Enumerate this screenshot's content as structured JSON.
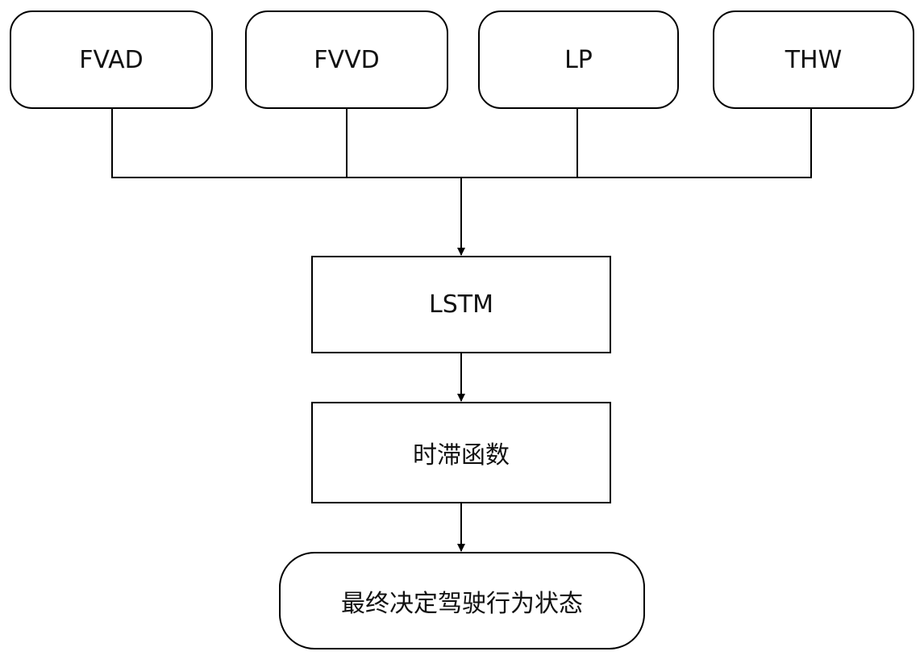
{
  "inputs": [
    {
      "label": "FVAD"
    },
    {
      "label": "FVVD"
    },
    {
      "label": "LP"
    },
    {
      "label": "THW"
    }
  ],
  "lstm": {
    "label": "LSTM"
  },
  "time_delay": {
    "label": "时滞函数"
  },
  "output": {
    "label": "最终决定驾驶行为状态"
  },
  "colors": {
    "stroke": "#000000",
    "fill": "#ffffff",
    "text": "#111111"
  }
}
